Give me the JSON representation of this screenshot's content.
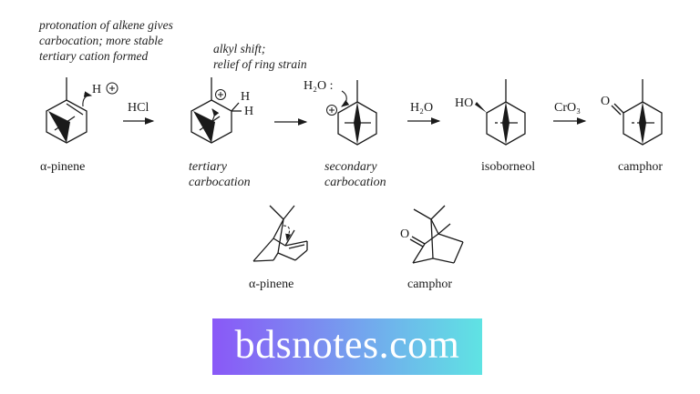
{
  "annotations": {
    "protonation_note": [
      "protonation of alkene gives",
      "carbocation; more stable",
      "tertiary cation formed"
    ],
    "shift_note": [
      "alkyl shift;",
      "relief of ring strain"
    ]
  },
  "reagents": {
    "step1": "HCl",
    "step3": "H₂O",
    "step4": "CrO₃",
    "water_attack": "H₂O :",
    "proton": "H",
    "hydrogen_1": "H",
    "hydrogen_2": "H",
    "hydroxyl": "HO",
    "carbonyl_o": "O",
    "carbonyl_o_bottom": "O"
  },
  "structures_row1": [
    {
      "label": "α-pinene"
    },
    {
      "label": [
        "tertiary",
        "carbocation"
      ]
    },
    {
      "label": [
        "secondary",
        "carbocation"
      ]
    },
    {
      "label": "isoborneol"
    },
    {
      "label": "camphor"
    }
  ],
  "structures_row2": [
    {
      "label": "α-pinene"
    },
    {
      "label": "camphor"
    }
  ],
  "banner": {
    "text": "bdsnotes.com",
    "gradient_start": "#8a58f7",
    "gradient_end": "#5fe3e3"
  }
}
